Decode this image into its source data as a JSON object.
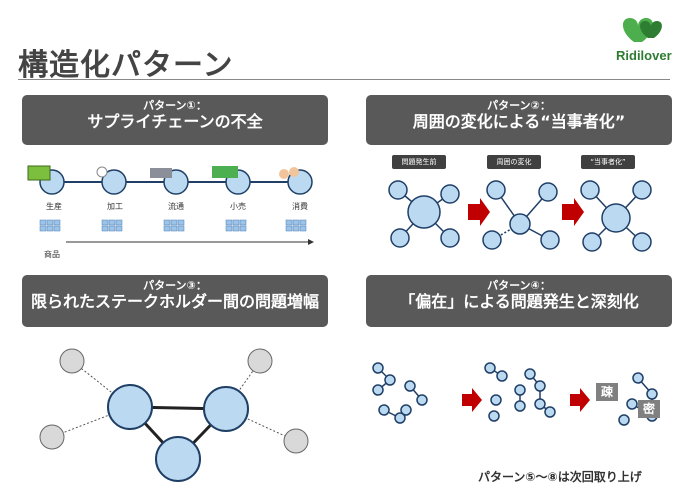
{
  "page": {
    "title": "構造化パターン",
    "logo_text": "Ridilover",
    "footer": "パターン⑤～⑧は次回取り上げ"
  },
  "panels": [
    {
      "sub": "パターン①：",
      "main": "サプライチェーンの不全",
      "stages": [
        "生産",
        "加工",
        "流通",
        "小売",
        "消費"
      ],
      "goods_label": "商品"
    },
    {
      "sub": "パターン②：",
      "main": "周囲の変化による“当事者化”",
      "stages": [
        "問題発生前",
        "周囲の変化",
        "“当事者化”"
      ]
    },
    {
      "sub": "パターン③：",
      "main": "限られたステークホルダー間の問題増幅"
    },
    {
      "sub": "パターン④：",
      "main": "「偏在」による問題発生と深刻化",
      "tags": [
        "疎",
        "密"
      ]
    }
  ],
  "colors": {
    "header_bg": "#595959",
    "node_fill": "#bcd9f2",
    "node_stroke": "#1f3f66",
    "arrow_red": "#c00000",
    "logo_green": "#4cae4c"
  }
}
